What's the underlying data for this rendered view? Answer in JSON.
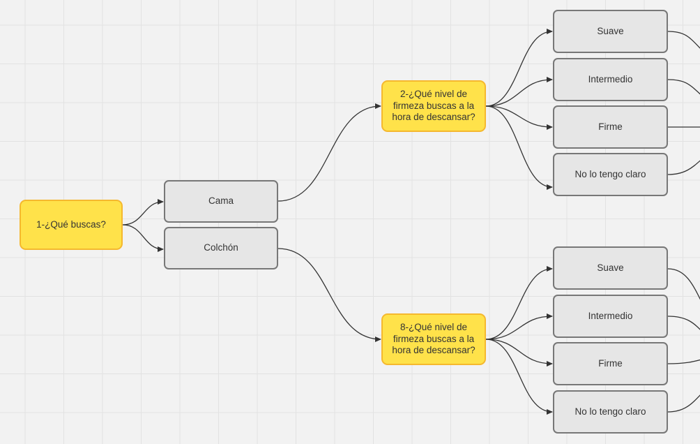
{
  "diagram": {
    "colors": {
      "question_fill": "#ffe24a",
      "question_border": "#f5b82e",
      "option_fill": "#e6e6e6",
      "option_border": "#777777",
      "edge": "#333333",
      "grid": "#e2e2e2",
      "background": "#f2f2f2"
    },
    "q1": {
      "label": "1-¿Qué buscas?"
    },
    "q1_options": [
      {
        "label": "Cama"
      },
      {
        "label": "Colchón"
      }
    ],
    "q2": {
      "label": "2-¿Qué nivel de firmeza buscas a la hora de descansar?"
    },
    "q2_options": [
      {
        "label": "Suave"
      },
      {
        "label": "Intermedio"
      },
      {
        "label": "Firme"
      },
      {
        "label": "No lo tengo claro"
      }
    ],
    "q8": {
      "label": "8-¿Qué nivel de firmeza buscas a la hora de descansar?"
    },
    "q8_options": [
      {
        "label": "Suave"
      },
      {
        "label": "Intermedio"
      },
      {
        "label": "Firme"
      },
      {
        "label": "No lo tengo claro"
      }
    ]
  }
}
